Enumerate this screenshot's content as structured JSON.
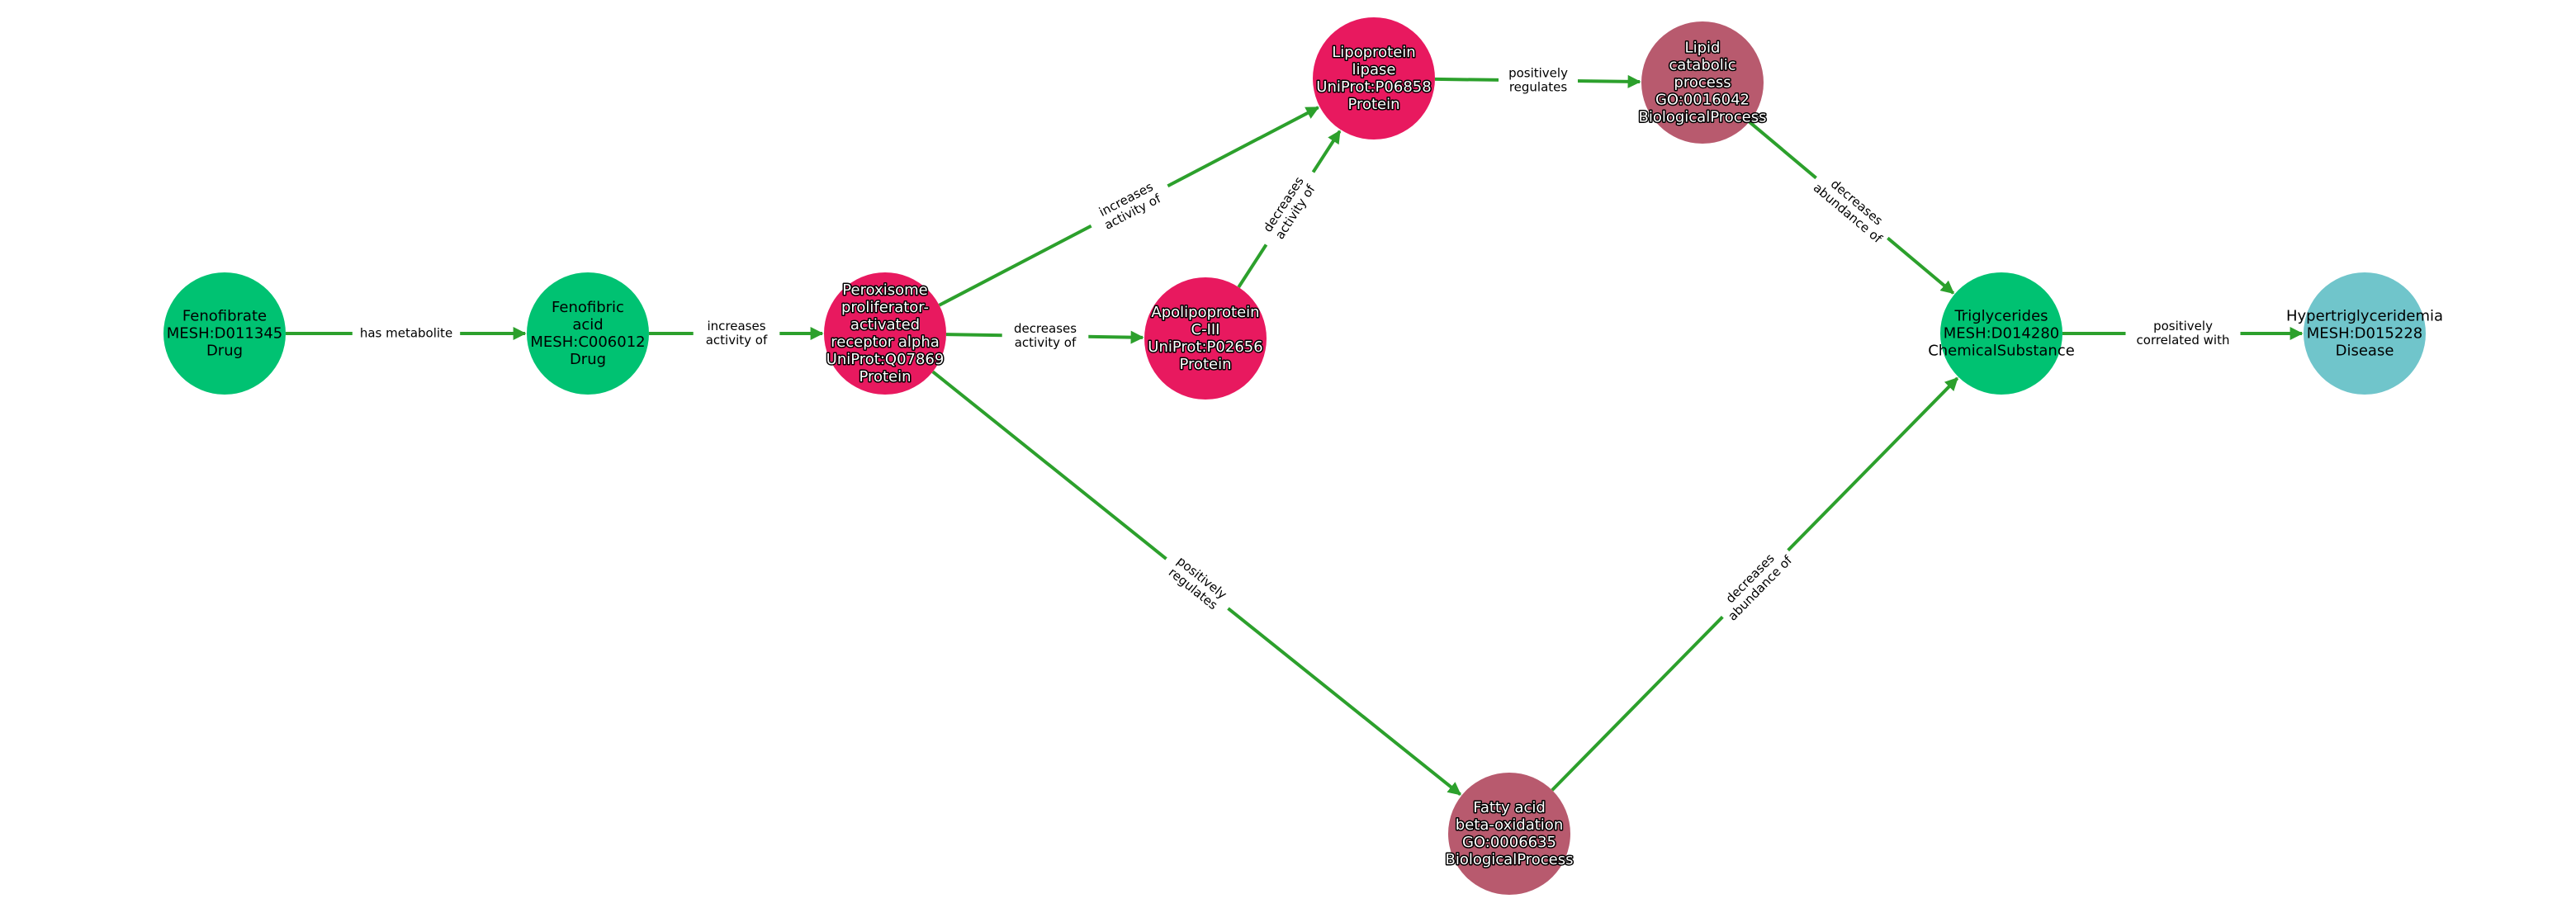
{
  "colors": {
    "edge": "#2ca02c",
    "Drug": "#00c272",
    "ChemicalSubstance": "#00c272",
    "Protein": "#e8195f",
    "BiologicalProcess": "#b85a6e",
    "Disease": "#70c5cb"
  },
  "nodes": [
    {
      "id": "fenofibrate",
      "lines": [
        "Fenofibrate",
        "MESH:D011345",
        "Drug"
      ],
      "type": "Drug"
    },
    {
      "id": "fenofibric",
      "lines": [
        "Fenofibric",
        "acid",
        "MESH:C006012",
        "Drug"
      ],
      "type": "Drug"
    },
    {
      "id": "ppara",
      "lines": [
        "Peroxisome",
        "proliferator-",
        "activated",
        "receptor alpha",
        "UniProt:Q07869",
        "Protein"
      ],
      "type": "Protein"
    },
    {
      "id": "apoc3",
      "lines": [
        "Apolipoprotein",
        "C-III",
        "UniProt:P02656",
        "Protein"
      ],
      "type": "Protein"
    },
    {
      "id": "lpl",
      "lines": [
        "Lipoprotein",
        "lipase",
        "UniProt:P06858",
        "Protein"
      ],
      "type": "Protein"
    },
    {
      "id": "lipidcat",
      "lines": [
        "Lipid",
        "catabolic",
        "process",
        "GO:0016042",
        "BiologicalProcess"
      ],
      "type": "BiologicalProcess"
    },
    {
      "id": "tg",
      "lines": [
        "Triglycerides",
        "MESH:D014280",
        "ChemicalSubstance"
      ],
      "type": "ChemicalSubstance"
    },
    {
      "id": "htg",
      "lines": [
        "Hypertriglyceridemia",
        "MESH:D015228",
        "Disease"
      ],
      "type": "Disease"
    },
    {
      "id": "fabo",
      "lines": [
        "Fatty acid",
        "beta-oxidation",
        "GO:0006635",
        "BiologicalProcess"
      ],
      "type": "BiologicalProcess"
    }
  ],
  "edges": [
    {
      "source": "fenofibrate",
      "target": "fenofibric",
      "label": [
        "has metabolite"
      ]
    },
    {
      "source": "fenofibric",
      "target": "ppara",
      "label": [
        "increases",
        "activity of"
      ]
    },
    {
      "source": "ppara",
      "target": "apoc3",
      "label": [
        "decreases",
        "activity of"
      ]
    },
    {
      "source": "ppara",
      "target": "lpl",
      "label": [
        "increases",
        "activity of"
      ]
    },
    {
      "source": "apoc3",
      "target": "lpl",
      "label": [
        "decreases",
        "activity of"
      ]
    },
    {
      "source": "lpl",
      "target": "lipidcat",
      "label": [
        "positively",
        "regulates"
      ]
    },
    {
      "source": "lipidcat",
      "target": "tg",
      "label": [
        "decreases",
        "abundance of"
      ]
    },
    {
      "source": "ppara",
      "target": "fabo",
      "label": [
        "positively",
        "regulates"
      ]
    },
    {
      "source": "fabo",
      "target": "tg",
      "label": [
        "decreases",
        "abundance of"
      ]
    },
    {
      "source": "tg",
      "target": "htg",
      "label": [
        "positively",
        "correlated with"
      ]
    }
  ]
}
